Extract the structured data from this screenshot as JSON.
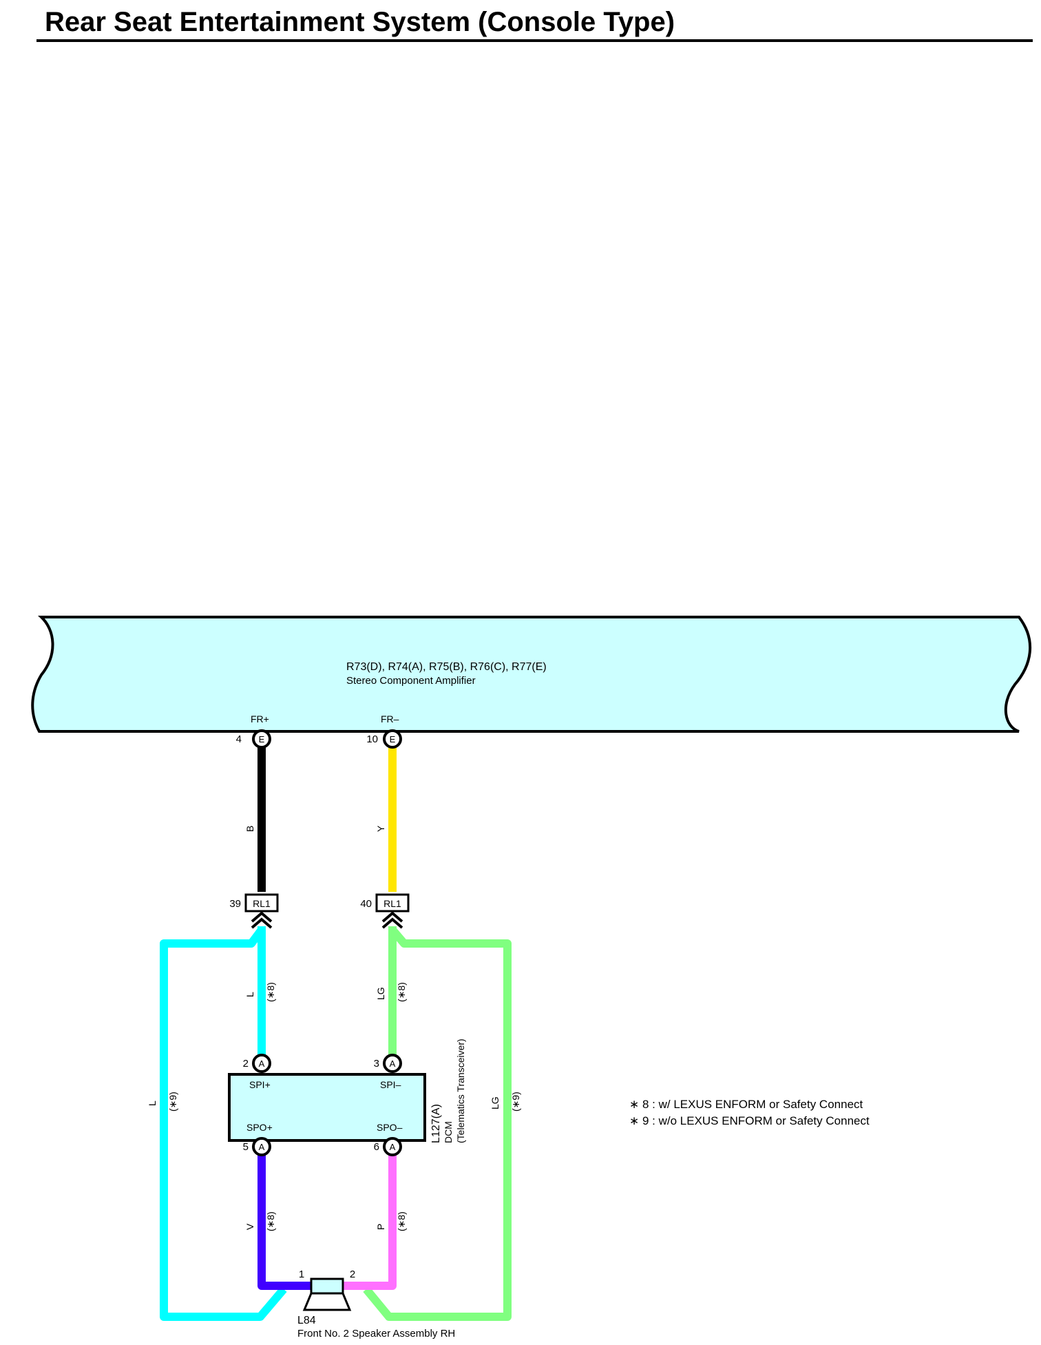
{
  "title": "Rear Seat Entertainment System (Console Type)",
  "amplifier": {
    "connectors": "R73(D), R74(A), R75(B), R76(C), R77(E)",
    "name": "Stereo Component Amplifier",
    "pins": [
      {
        "signal": "FR+",
        "pin": "4",
        "connector": "E"
      },
      {
        "signal": "FR–",
        "pin": "10",
        "connector": "E"
      }
    ]
  },
  "junctions": [
    {
      "pin": "39",
      "label": "RL1"
    },
    {
      "pin": "40",
      "label": "RL1"
    }
  ],
  "dcm": {
    "connector": "L127(A)",
    "name": "DCM",
    "subname": "(Telematics Transceiver)",
    "pins": [
      {
        "signal": "SPI+",
        "pin": "2",
        "connector": "A"
      },
      {
        "signal": "SPI–",
        "pin": "3",
        "connector": "A"
      },
      {
        "signal": "SPO+",
        "pin": "5",
        "connector": "A"
      },
      {
        "signal": "SPO–",
        "pin": "6",
        "connector": "A"
      }
    ]
  },
  "speaker": {
    "connector": "L84",
    "name": "Front No. 2 Speaker Assembly RH",
    "pins": [
      "1",
      "2"
    ]
  },
  "wires": {
    "fr_plus": {
      "code": "B",
      "color": "#000000"
    },
    "fr_minus": {
      "code": "Y",
      "color": "#ffe600"
    },
    "spi_plus": {
      "code": "L",
      "note": "(∗8)",
      "color": "#00ffff"
    },
    "spi_minus": {
      "code": "LG",
      "note": "(∗8)",
      "color": "#80ff80"
    },
    "spo_plus": {
      "code": "V",
      "note": "(∗8)",
      "color": "#4000ff"
    },
    "spo_minus": {
      "code": "P",
      "note": "(∗8)",
      "color": "#ff70ff"
    },
    "bypass_left": {
      "code": "L",
      "note": "(∗9)",
      "color": "#00ffff"
    },
    "bypass_right": {
      "code": "LG",
      "note": "(∗9)",
      "color": "#80ff80"
    }
  },
  "notes": [
    "∗ 8 : w/ LEXUS ENFORM or Safety Connect",
    "∗ 9 : w/o LEXUS ENFORM or Safety Connect"
  ],
  "colors": {
    "component_fill": "#ccffff"
  }
}
